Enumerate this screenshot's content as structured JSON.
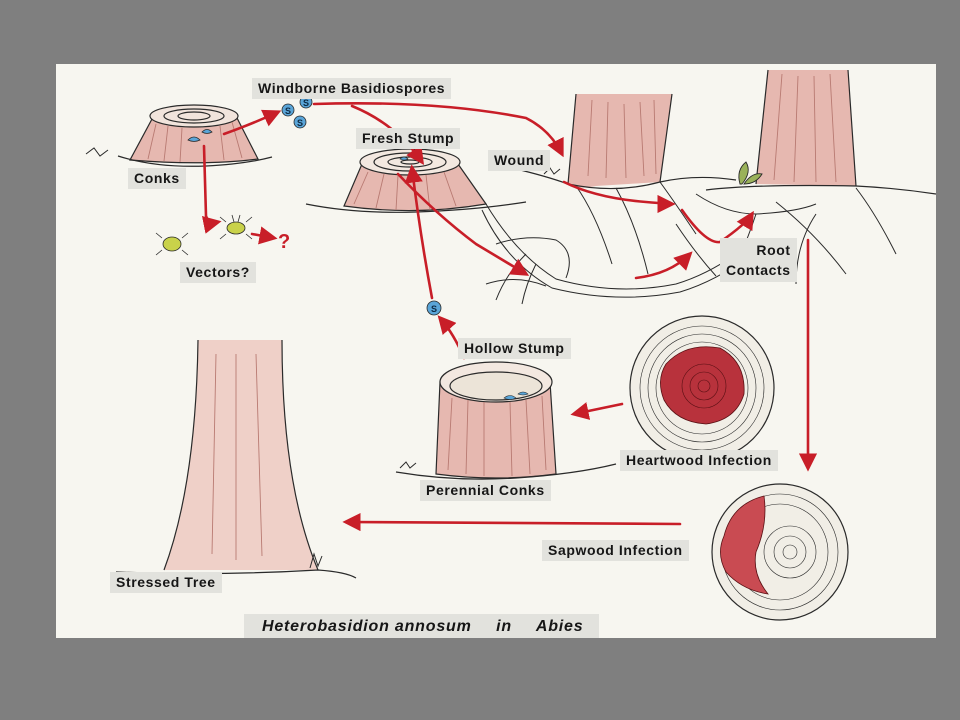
{
  "title": {
    "genus": "Heterobasidion annosum",
    "connector": "in",
    "host": "Abies"
  },
  "labels": {
    "windborne": "Windborne Basidiospores",
    "fresh_stump": "Fresh Stump",
    "wound": "Wound",
    "conks": "Conks",
    "vectors": "Vectors?",
    "root_contacts_line1": "Root",
    "root_contacts_line2": "Contacts",
    "hollow_stump": "Hollow Stump",
    "heartwood": "Heartwood Infection",
    "perennial_conks": "Perennial Conks",
    "sapwood": "Sapwood Infection",
    "stressed_tree": "Stressed Tree",
    "spore_letter": "S",
    "question_mark": "?"
  },
  "colors": {
    "arrow": "#c81e28",
    "wood": "#d9a09a",
    "decay": "#b8323c",
    "spore": "#5aa5d8",
    "insect": "#c9d24a",
    "ink": "#2a2a2a",
    "poster": "#f7f6f0",
    "backdrop": "#7f7f7f"
  }
}
